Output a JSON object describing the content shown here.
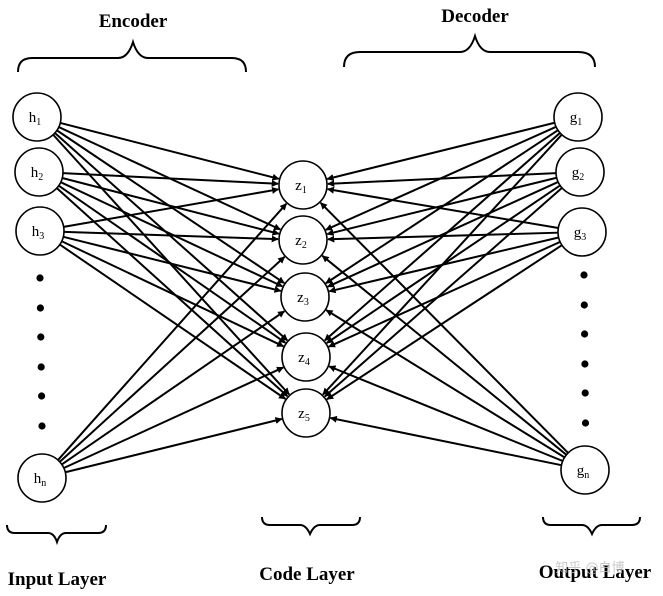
{
  "title_left": "Encoder",
  "title_right": "Decoder",
  "layers": {
    "input": "Input Layer",
    "code": "Code Layer",
    "output": "Output Layer"
  },
  "input_nodes": [
    {
      "base": "h",
      "sub": "1"
    },
    {
      "base": "h",
      "sub": "2"
    },
    {
      "base": "h",
      "sub": "3"
    },
    {
      "base": "h",
      "sub": "n"
    }
  ],
  "code_nodes": [
    {
      "base": "z",
      "sub": "1"
    },
    {
      "base": "z",
      "sub": "2"
    },
    {
      "base": "z",
      "sub": "3"
    },
    {
      "base": "z",
      "sub": "4"
    },
    {
      "base": "z",
      "sub": "5"
    }
  ],
  "output_nodes": [
    {
      "base": "g",
      "sub": "1"
    },
    {
      "base": "g",
      "sub": "2"
    },
    {
      "base": "g",
      "sub": "3"
    },
    {
      "base": "g",
      "sub": "n"
    }
  ],
  "ellipsis_dots_per_side": 6,
  "connections": "fully-connected",
  "watermark": "知乎 @白博",
  "colors": {
    "stroke": "#000000",
    "background": "#ffffff"
  }
}
